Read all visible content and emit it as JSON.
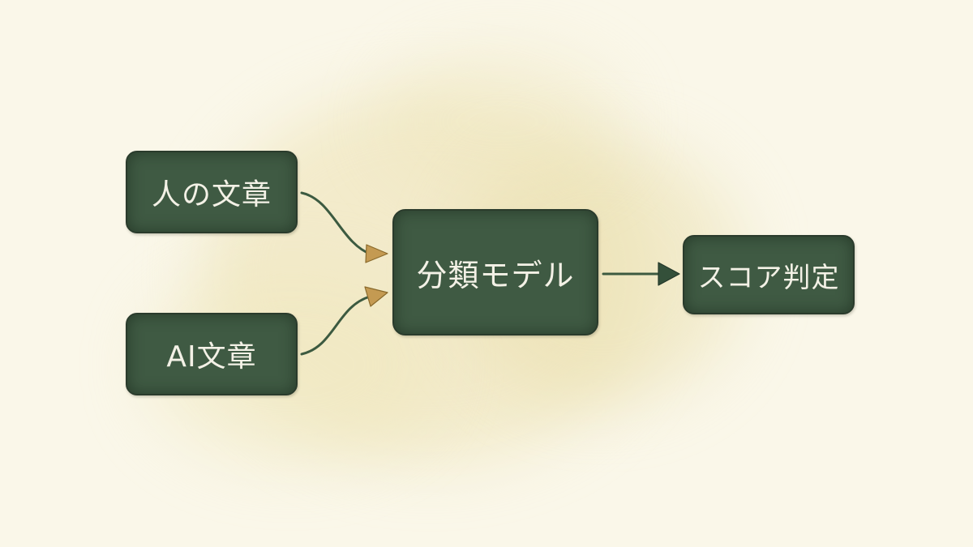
{
  "nodes": {
    "human_text": "人の文章",
    "ai_text": "AI文章",
    "model": "分類モデル",
    "score": "スコア判定"
  },
  "colors": {
    "background": "#faf7e9",
    "box_fill": "#3f5a43",
    "box_border": "#2a3b2c",
    "box_text": "#f3f1e6",
    "input_arrow_head": "#c49a52",
    "output_arrow_head": "#34503a",
    "arrow_line": "#3c5a40"
  },
  "edges": [
    {
      "from": "human_text",
      "to": "model"
    },
    {
      "from": "ai_text",
      "to": "model"
    },
    {
      "from": "model",
      "to": "score"
    }
  ]
}
